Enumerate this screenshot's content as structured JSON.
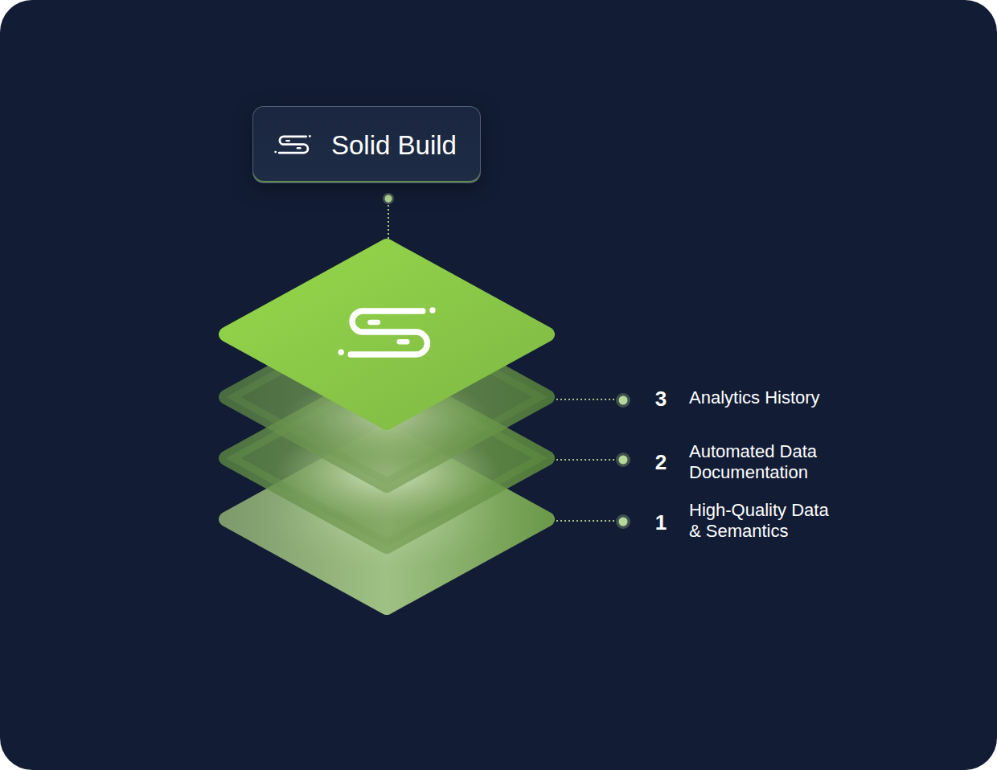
{
  "diagram": {
    "nodes": [
      {
        "text": [
          "Solid Build"
        ]
      }
    ],
    "labels": [
      "3",
      "Analytics History",
      "2",
      "Automated Data Documentation",
      "1",
      "High-Quality Data & Semantics"
    ]
  }
}
